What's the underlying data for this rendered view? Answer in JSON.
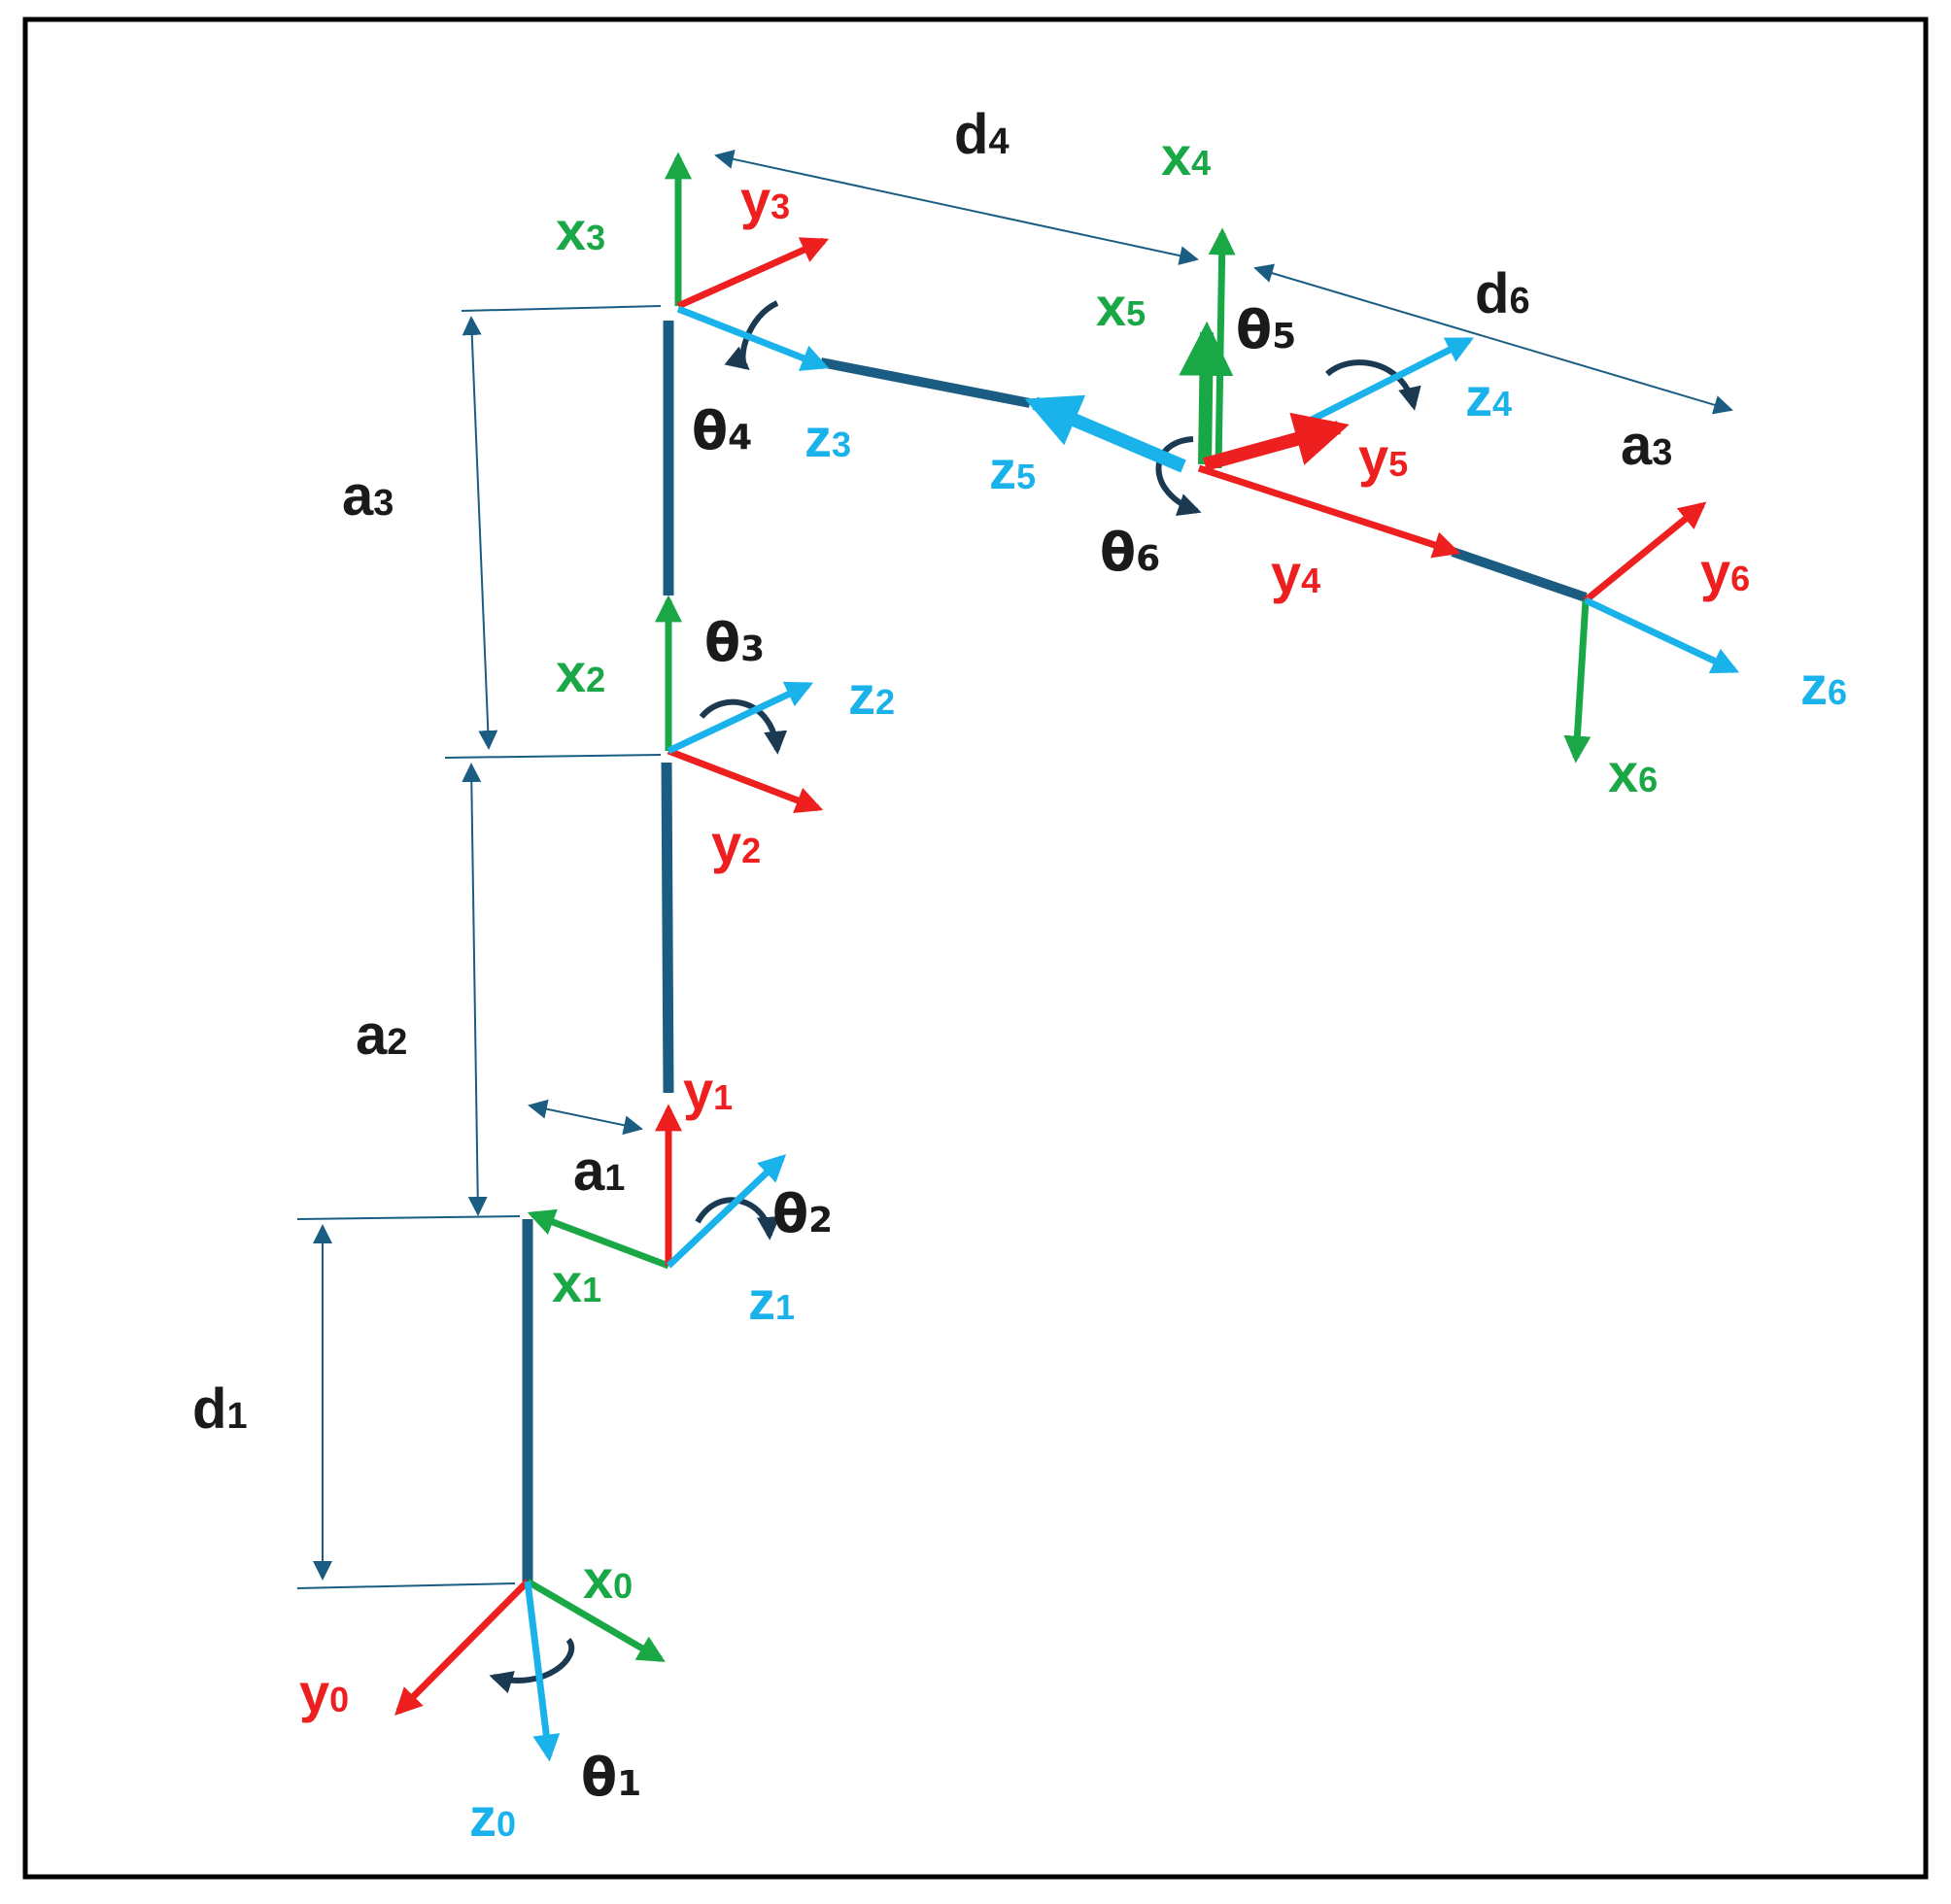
{
  "colors": {
    "link": "#1b5d82",
    "dim": "#1b5d82",
    "x_axis": "#1aa847",
    "y_axis": "#ee1f1f",
    "z_axis": "#19b2ea",
    "text_dim": "#1a1a1a"
  },
  "frames": {
    "f0": {
      "x": "x",
      "x_sub": "0",
      "y": "y",
      "y_sub": "0",
      "z": "z",
      "z_sub": "0"
    },
    "f1": {
      "x": "x",
      "x_sub": "1",
      "y": "y",
      "y_sub": "1",
      "z": "z",
      "z_sub": "1"
    },
    "f2": {
      "x": "x",
      "x_sub": "2",
      "y": "y",
      "y_sub": "2",
      "z": "z",
      "z_sub": "2"
    },
    "f3": {
      "x": "x",
      "x_sub": "3",
      "y": "y",
      "y_sub": "3",
      "z": "z",
      "z_sub": "3"
    },
    "f4": {
      "x": "x",
      "x_sub": "4",
      "y": "y",
      "y_sub": "4",
      "z": "z",
      "z_sub": "4"
    },
    "f5": {
      "x": "x",
      "x_sub": "5",
      "y": "y",
      "y_sub": "5",
      "z": "z",
      "z_sub": "5"
    },
    "f6": {
      "x": "x",
      "x_sub": "6",
      "y": "y",
      "y_sub": "6",
      "z": "z",
      "z_sub": "6"
    }
  },
  "joints": {
    "t1": {
      "sym": "θ",
      "sub": "1"
    },
    "t2": {
      "sym": "θ",
      "sub": "2"
    },
    "t3": {
      "sym": "θ",
      "sub": "3"
    },
    "t4": {
      "sym": "θ",
      "sub": "4"
    },
    "t5": {
      "sym": "θ",
      "sub": "5"
    },
    "t6": {
      "sym": "θ",
      "sub": "6"
    }
  },
  "dimensions": {
    "d1": {
      "sym": "d",
      "sub": "1"
    },
    "a1": {
      "sym": "a",
      "sub": "1"
    },
    "a2": {
      "sym": "a",
      "sub": "2"
    },
    "a3_left": {
      "sym": "a",
      "sub": "3"
    },
    "d4": {
      "sym": "d",
      "sub": "4"
    },
    "d6": {
      "sym": "d",
      "sub": "6"
    },
    "a3_right": {
      "sym": "a",
      "sub": "3"
    }
  }
}
